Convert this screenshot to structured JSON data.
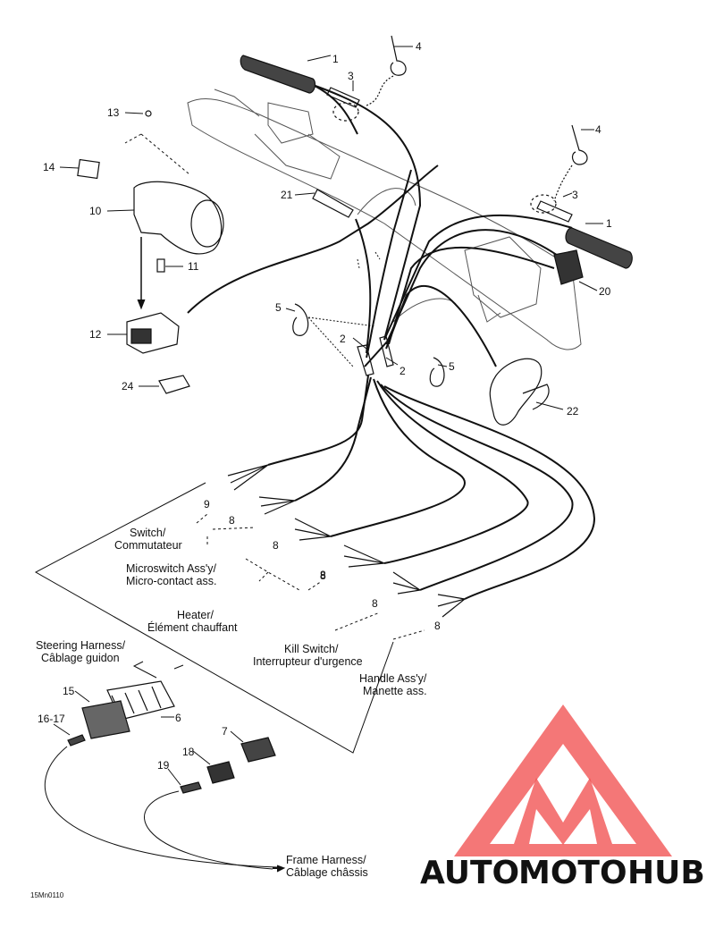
{
  "parts": {
    "p1a": "1",
    "p1b": "1",
    "p2a": "2",
    "p2b": "2",
    "p3a": "3",
    "p3b": "3",
    "p4a": "4",
    "p4b": "4",
    "p5a": "5",
    "p5b": "5",
    "p6": "6",
    "p7": "7",
    "p8a": "8",
    "p8b": "8",
    "p8c": "8",
    "p8d": "8",
    "p8e": "8",
    "p8f": "8",
    "p9": "9",
    "p10": "10",
    "p11": "11",
    "p12": "12",
    "p13": "13",
    "p14": "14",
    "p15": "15",
    "p1617": "16-17",
    "p18": "18",
    "p19": "19",
    "p20": "20",
    "p21": "21",
    "p22": "22",
    "p24": "24"
  },
  "labels": {
    "switch": [
      "Switch/",
      "Commutateur"
    ],
    "microswitch": [
      "Microswitch Ass'y/",
      "Micro-contact ass."
    ],
    "heater": [
      "Heater/",
      "Élément chauffant"
    ],
    "kill_switch": [
      "Kill Switch/",
      "Interrupteur d'urgence"
    ],
    "handle": [
      "Handle Ass'y/",
      "Manette ass."
    ],
    "steering_harness": [
      "Steering Harness/",
      "Câblage guidon"
    ],
    "frame_harness": [
      "Frame Harness/",
      "Câblage châssis"
    ]
  },
  "drawing_code": "15Mn0110",
  "watermark": {
    "auto": "AUTO",
    "moto": "MOTO",
    "hub": "HUB"
  },
  "colors": {
    "line": "#111111",
    "watermark_red": "#f04a4a",
    "watermark_orange": "#f5a623",
    "watermark_gray": "#7a7a7a"
  }
}
